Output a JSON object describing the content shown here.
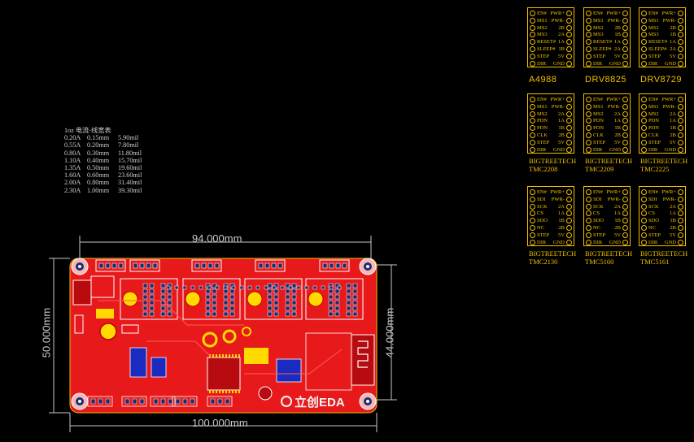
{
  "current_table": {
    "title": "1oz 电流-线宽表",
    "rows": [
      [
        "0.20A",
        "0.15mm",
        "5.90mil"
      ],
      [
        "0.55A",
        "0.20mm",
        "7.80mil"
      ],
      [
        "0.80A",
        "0.30mm",
        "11.80mil"
      ],
      [
        "1.10A",
        "0.40mm",
        "15.70mil"
      ],
      [
        "1.35A",
        "0.50mm",
        "19.60mil"
      ],
      [
        "1.60A",
        "0.60mm",
        "23.60mil"
      ],
      [
        "2.00A",
        "0.80mm",
        "31.40mil"
      ],
      [
        "2.30A",
        "1.00mm",
        "39.30mil"
      ]
    ]
  },
  "dimensions": {
    "top": "94.000mm",
    "bottom": "100.000mm",
    "left": "50.000mm",
    "right": "44.000mm"
  },
  "board": {
    "logo_text": "立创EDA"
  },
  "modules": [
    {
      "name": "A4988",
      "name_style": "big",
      "left": [
        "EN#",
        "MS1",
        "MS2",
        "MS3",
        "RESET#",
        "SLEEP#",
        "STEP",
        "DIR"
      ],
      "right": [
        "PWR+",
        "PWR-",
        "2B",
        "2A",
        "1A",
        "1B",
        "5V",
        "GND"
      ]
    },
    {
      "name": "DRV8825",
      "name_style": "big",
      "left": [
        "EN#",
        "MS1",
        "MS2",
        "MS3",
        "RESET#",
        "SLEEP#",
        "STEP",
        "DIR"
      ],
      "right": [
        "PWR+",
        "PWR-",
        "2B",
        "1B",
        "1A",
        "2A",
        "5V",
        "GND"
      ]
    },
    {
      "name": "DRV8729",
      "name_style": "big",
      "left": [
        "EN#",
        "MS1",
        "MS2",
        "MS3",
        "RESET#",
        "SLEEP#",
        "STEP",
        "DIR"
      ],
      "right": [
        "PWR+",
        "PWR-",
        "2B",
        "1B",
        "1A",
        "2A",
        "5V",
        "GND"
      ]
    },
    {
      "name": "BIGTREETECH\nTMC2208",
      "name_style": "small",
      "left": [
        "EN#",
        "MS1",
        "MS2",
        "PDN",
        "PDN",
        "CLK",
        "STEP",
        "DIR"
      ],
      "right": [
        "PWR+",
        "PWR-",
        "2A",
        "1A",
        "1B",
        "2B",
        "5V",
        "GND"
      ]
    },
    {
      "name": "BIGTREETECH\nTMC2209",
      "name_style": "small",
      "left": [
        "EN#",
        "MS1",
        "MS2",
        "PDN",
        "PDN",
        "CLK",
        "STEP",
        "DIR"
      ],
      "right": [
        "PWR+",
        "PWR-",
        "2A",
        "1A",
        "1B",
        "2B",
        "5V",
        "GND"
      ]
    },
    {
      "name": "BIGTREETECH\nTMC2225",
      "name_style": "small",
      "left": [
        "EN#",
        "MS1",
        "MS2",
        "PDN",
        "PDN",
        "CLK",
        "STEP",
        "DIR"
      ],
      "right": [
        "PWR+",
        "PWR-",
        "2A",
        "1A",
        "1B",
        "2B",
        "5V",
        "GND"
      ]
    },
    {
      "name": "BIGTREETECH\nTMC2130",
      "name_style": "small",
      "left": [
        "EN#",
        "SDI",
        "SCK",
        "CS",
        "SDO",
        "NC",
        "STEP",
        "DIR"
      ],
      "right": [
        "PWR+",
        "PWR-",
        "2A",
        "1A",
        "1B",
        "2B",
        "5V",
        "GND"
      ]
    },
    {
      "name": "BIGTREETECH\nTMC5160",
      "name_style": "small",
      "left": [
        "EN#",
        "SDI",
        "SCK",
        "CS",
        "SDO",
        "NC",
        "STEP",
        "DIR"
      ],
      "right": [
        "PWR+",
        "PWR-",
        "2A",
        "1A",
        "1B",
        "2B",
        "5V",
        "GND"
      ]
    },
    {
      "name": "BIGTREETECH\nTMC5161",
      "name_style": "small",
      "left": [
        "EN#",
        "SDI",
        "SCK",
        "CS",
        "SDO",
        "NC",
        "STEP",
        "DIR"
      ],
      "right": [
        "PWR+",
        "PWR-",
        "2A",
        "1A",
        "1B",
        "2B",
        "5V",
        "GND"
      ]
    }
  ],
  "colors": {
    "background": "#000000",
    "pcb_red": "#e8191b",
    "silk_yellow": "#f0c000",
    "dimension_gray": "#c8c8c8",
    "pad_navy": "#1e2a6e",
    "silk_white": "#f4f4f4"
  }
}
